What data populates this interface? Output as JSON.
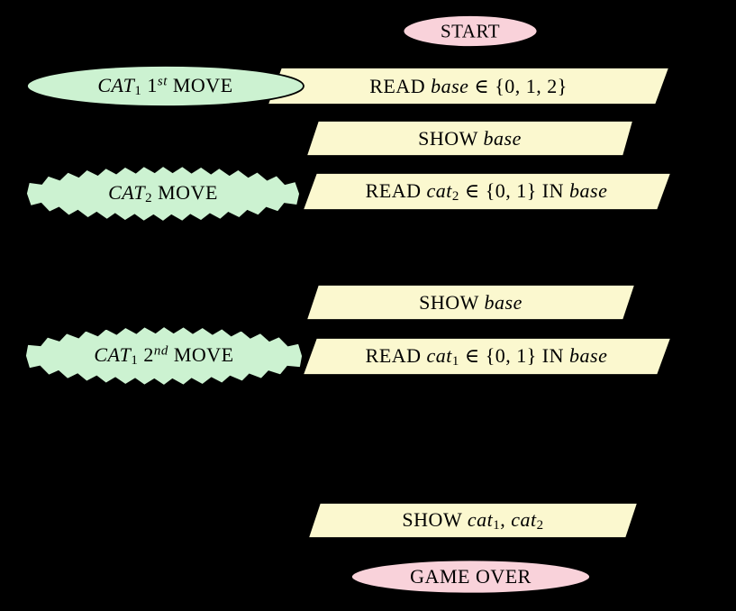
{
  "colors": {
    "background": "#000000",
    "terminal_fill": "#f9d2da",
    "io_fill": "#fbf8cf",
    "move_fill": "#ccf2d1",
    "outline": "#000000",
    "text": "#000000"
  },
  "nodes": {
    "start": {
      "shape": "ellipse",
      "text": "START"
    },
    "cat1_first_move": {
      "shape": "ellipse",
      "segments": [
        {
          "t": "CAT",
          "s": "i"
        },
        {
          "t": "1",
          "s": "sub"
        },
        {
          "t": " 1"
        },
        {
          "t": "st",
          "s": "supi"
        },
        {
          "t": " MOVE"
        }
      ]
    },
    "read_base": {
      "shape": "parallelogram",
      "segments": [
        {
          "t": "READ "
        },
        {
          "t": "base",
          "s": "i"
        },
        {
          "t": " ∈ {0, 1, 2}"
        }
      ]
    },
    "show_base_1": {
      "shape": "parallelogram",
      "segments": [
        {
          "t": "SHOW "
        },
        {
          "t": "base",
          "s": "i"
        }
      ]
    },
    "cat2_move": {
      "shape": "jagged-ellipse",
      "segments": [
        {
          "t": "CAT",
          "s": "i"
        },
        {
          "t": "2",
          "s": "sub"
        },
        {
          "t": " MOVE"
        }
      ]
    },
    "read_cat2": {
      "shape": "parallelogram",
      "segments": [
        {
          "t": "READ "
        },
        {
          "t": "cat",
          "s": "i"
        },
        {
          "t": "2",
          "s": "sub"
        },
        {
          "t": " ∈ {0, 1} IN "
        },
        {
          "t": "base",
          "s": "i"
        }
      ]
    },
    "show_base_2": {
      "shape": "parallelogram",
      "segments": [
        {
          "t": "SHOW "
        },
        {
          "t": "base",
          "s": "i"
        }
      ]
    },
    "cat1_second_move": {
      "shape": "jagged-ellipse",
      "segments": [
        {
          "t": "CAT",
          "s": "i"
        },
        {
          "t": "1",
          "s": "sub"
        },
        {
          "t": " 2"
        },
        {
          "t": "nd",
          "s": "supi"
        },
        {
          "t": " MOVE"
        }
      ]
    },
    "read_cat1": {
      "shape": "parallelogram",
      "segments": [
        {
          "t": "READ "
        },
        {
          "t": "cat",
          "s": "i"
        },
        {
          "t": "1",
          "s": "sub"
        },
        {
          "t": " ∈ {0, 1} IN "
        },
        {
          "t": "base",
          "s": "i"
        }
      ]
    },
    "show_cat1_cat2": {
      "shape": "parallelogram",
      "segments": [
        {
          "t": "SHOW "
        },
        {
          "t": "cat",
          "s": "i"
        },
        {
          "t": "1",
          "s": "sub"
        },
        {
          "t": ", "
        },
        {
          "t": "cat",
          "s": "i"
        },
        {
          "t": "2",
          "s": "sub"
        }
      ]
    },
    "game_over": {
      "shape": "ellipse",
      "text": "GAME OVER"
    }
  }
}
